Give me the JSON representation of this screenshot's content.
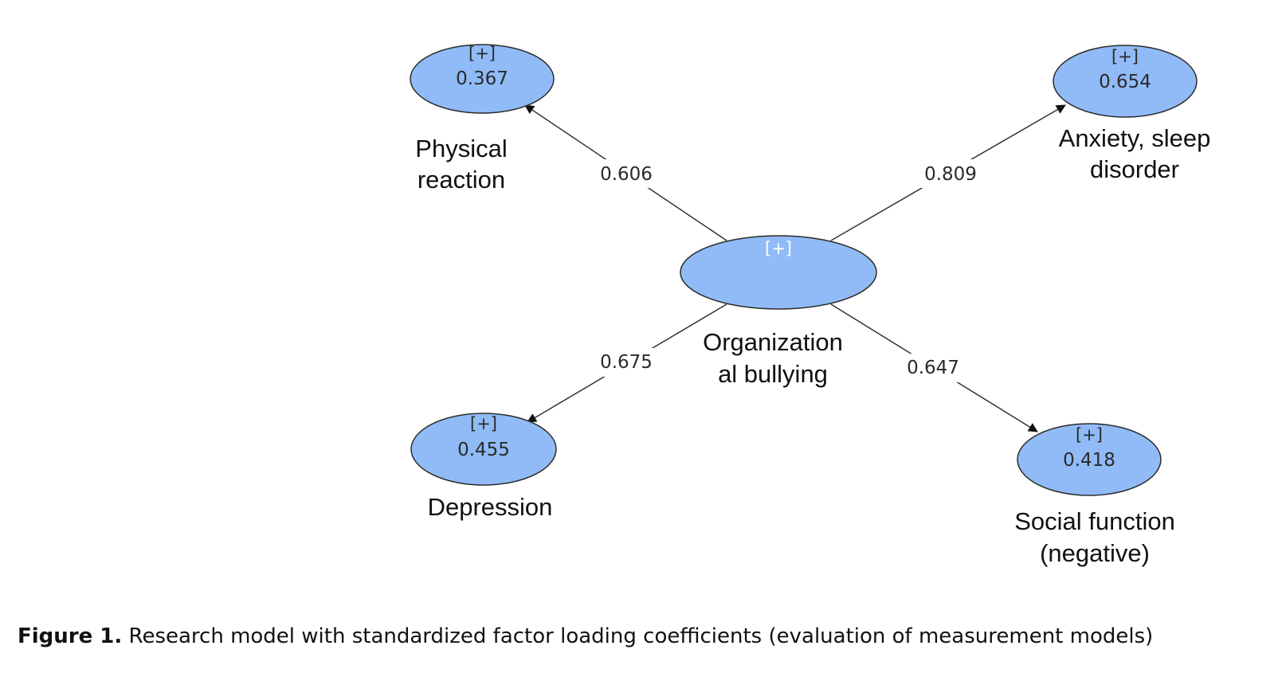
{
  "diagram": {
    "center_node": {
      "marker": "[+]",
      "name_line1": "Organization",
      "name_line2": "al bullying"
    },
    "nodes": {
      "physical": {
        "marker": "[+]",
        "value": "0.367",
        "name_line1": "Physical",
        "name_line2": "reaction"
      },
      "anxiety": {
        "marker": "[+]",
        "value": "0.654",
        "name_line1": "Anxiety, sleep",
        "name_line2": "disorder"
      },
      "depression": {
        "marker": "[+]",
        "value": "0.455",
        "name_line1": "Depression"
      },
      "social": {
        "marker": "[+]",
        "value": "0.418",
        "name_line1": "Social function",
        "name_line2": "(negative)"
      }
    },
    "edges": {
      "physical": "0.606",
      "anxiety": "0.809",
      "depression": "0.675",
      "social": "0.647"
    },
    "colors": {
      "node_fill": "#90bbf7",
      "edge": "#333333"
    }
  },
  "caption": {
    "label": "Figure 1.",
    "text": " Research model with standardized factor loading coefficients (evaluation of measurement models)"
  }
}
